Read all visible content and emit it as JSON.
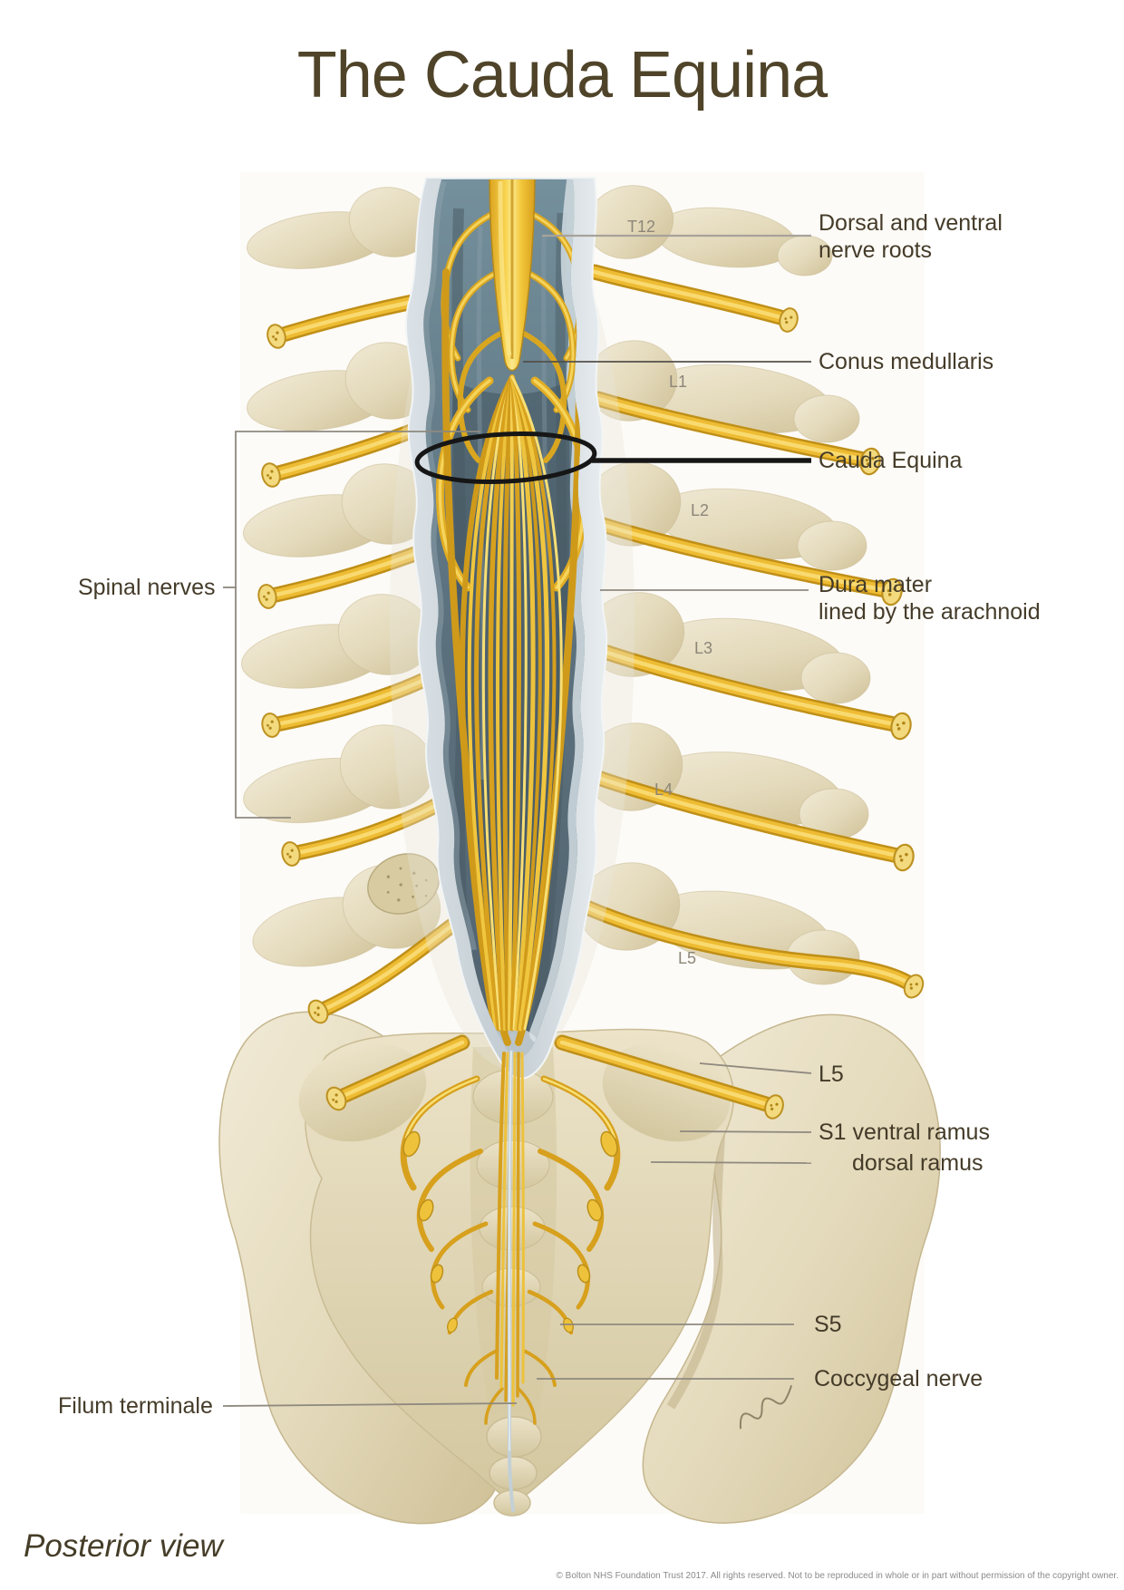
{
  "title": "The Cauda Equina",
  "view_label": "Posterior view",
  "copyright": "© Bolton NHS Foundation Trust 2017. All rights reserved.  Not to be reproduced in whole or in part without permission of the copyright owner.",
  "labels": {
    "dorsal_ventral_roots": "Dorsal and ventral\nnerve roots",
    "conus_medullaris": "Conus medullaris",
    "cauda_equina": "Cauda Equina",
    "dura_mater": "Dura mater\nlined by the arachnoid",
    "spinal_nerves": "Spinal nerves",
    "l5": "L5",
    "s1_ventral_ramus": "S1 ventral ramus",
    "dorsal_ramus": "dorsal ramus",
    "s5": "S5",
    "coccygeal_nerve": "Coccygeal nerve",
    "filum_terminale": "Filum terminale"
  },
  "vertebra_labels": {
    "t12": "T12",
    "l1": "L1",
    "l2": "L2",
    "l3": "L3",
    "l4": "L4",
    "l5": "L5"
  },
  "colors": {
    "title_text": "#4f4429",
    "label_text": "#443b29",
    "vertebra_text": "#8d8678",
    "leader_line": "#8f897f",
    "annotation_black": "#161616",
    "nerve_yellow": "#eebc33",
    "bone": "#e7dec2",
    "dura_interior": "#5d7380",
    "dura_lining": "#ccd7dd",
    "copyright_text": "#8a8a8a"
  }
}
